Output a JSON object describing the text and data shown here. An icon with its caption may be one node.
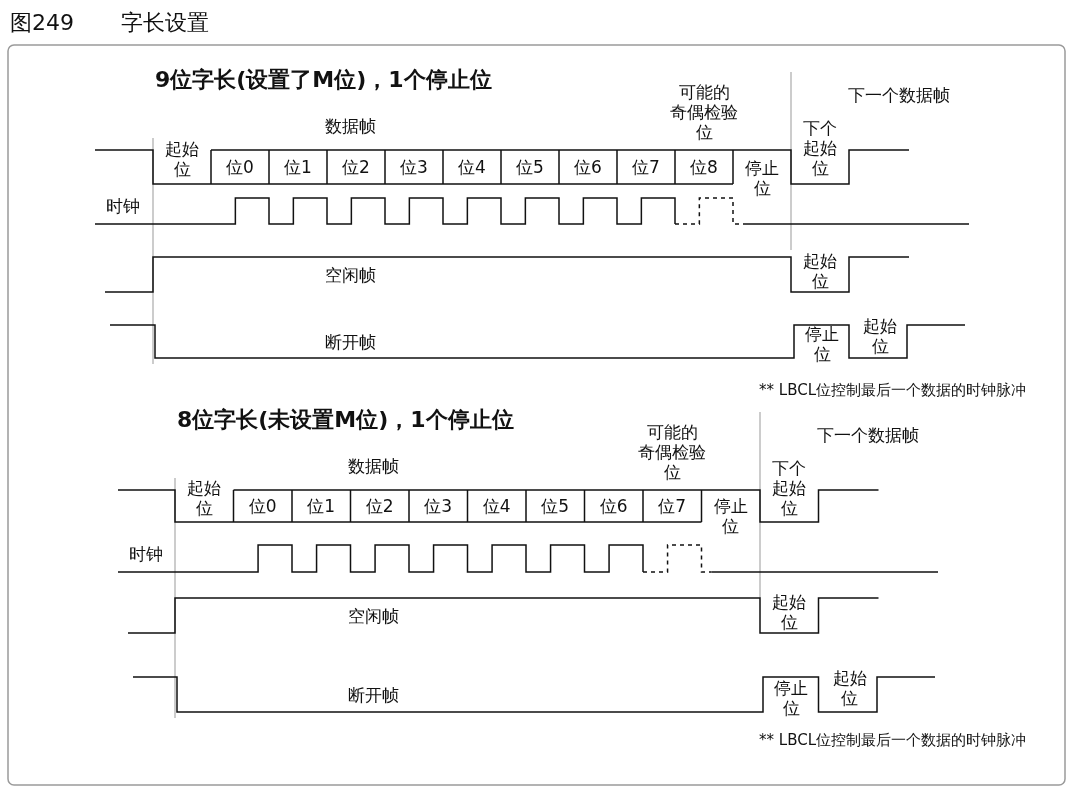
{
  "diagram": {
    "title": "图249 字长设置",
    "labels": [
      "9位字长(设置了M位)，1个停止位",
      "数据帧",
      "可能的奇偶检验位",
      "下一个数据帧",
      "起始位",
      "位0",
      "位1",
      "位2",
      "位3",
      "位4",
      "位5",
      "位6",
      "位7",
      "位8",
      "停止位",
      "下个起始位",
      "时钟",
      "空闲帧",
      "起始位",
      "断开帧",
      "停止位",
      "起始位",
      "** LBCL位控制最后一个数据的时钟脉冲",
      "8位字长(未设置M位)，1个停止位",
      "数据帧",
      "可能的奇偶检验位",
      "下一个数据帧",
      "起始位",
      "位0",
      "位1",
      "位2",
      "位3",
      "位4",
      "位5",
      "位6",
      "位7",
      "停止位",
      "下个起始位",
      "时钟",
      "空闲帧",
      "起始位",
      "断开帧",
      "停止位",
      "起始位",
      "** LBCL位控制最后一个数据的时钟脉冲"
    ]
  }
}
